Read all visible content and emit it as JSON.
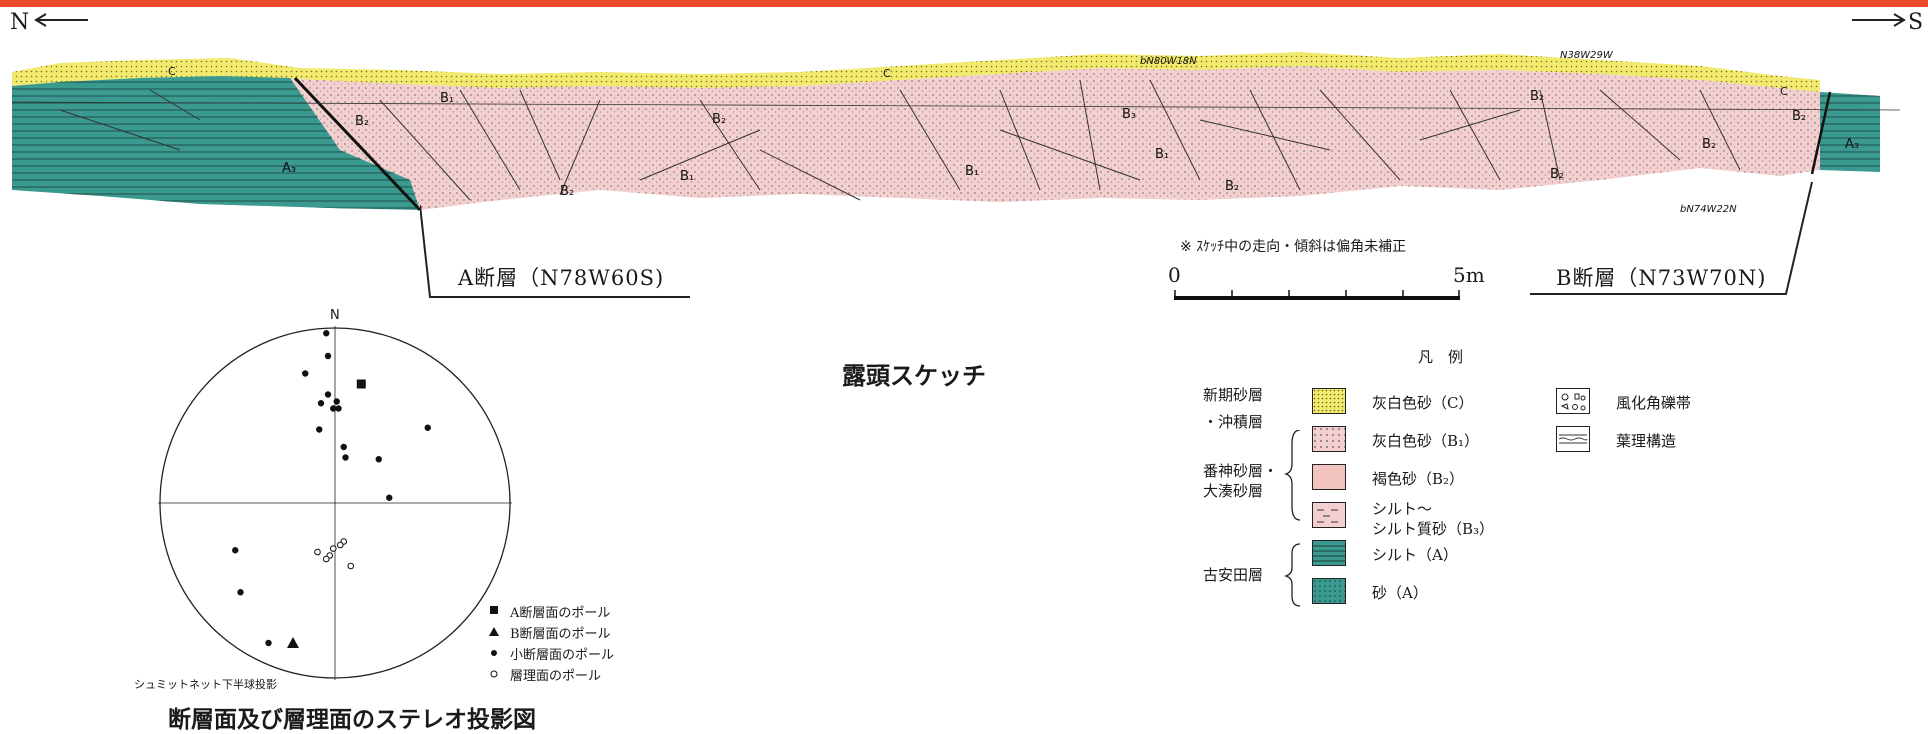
{
  "directions": {
    "north": "N",
    "south": "S"
  },
  "sketch": {
    "title": "露頭スケッチ",
    "note": "※ ｽｹｯﾁ中の走向・傾斜は偏角未補正",
    "fault_a_label": "A断層（N78W60S)",
    "fault_b_label": "B断層（N73W70N)",
    "unit_labels": {
      "c": "C",
      "b1": "B₁",
      "b2": "B₂",
      "b3": "B₃",
      "a3": "A₃"
    },
    "strike_dips": [
      "bN80W18N",
      "N38W29W",
      "bN74W22N"
    ],
    "scale": {
      "zero": "0",
      "end": "5m"
    }
  },
  "legend": {
    "heading": "凡　例",
    "groups": [
      {
        "label_lines": [
          "新期砂層",
          "・沖積層"
        ]
      },
      {
        "label_lines": [
          "番神砂層・",
          "大湊砂層"
        ]
      },
      {
        "label_lines": [
          "古安田層"
        ]
      }
    ],
    "items": [
      {
        "label": "灰白色砂（C）",
        "color": "#f2ea6e"
      },
      {
        "label": "灰白色砂（B₁）",
        "color": "#f4cfcf"
      },
      {
        "label": "褐色砂（B₂）",
        "color": "#f2c4c0"
      },
      {
        "label_lines": [
          "シルト～",
          "シルト質砂（B₃）"
        ],
        "color": "#f4cfcf"
      },
      {
        "label": "シルト（A）",
        "color": "#3b9a8f"
      },
      {
        "label": "砂（A）",
        "color": "#3b9a8f"
      }
    ],
    "extra_items": [
      {
        "label": "風化角礫帯"
      },
      {
        "label": "葉理構造"
      }
    ]
  },
  "stereonet": {
    "title": "断層面及び層理面のステレオ投影図",
    "north_label": "N",
    "projection_note": "シュミットネット下半球投影",
    "legend": [
      {
        "symbol": "square",
        "label": "A断層面のポール"
      },
      {
        "symbol": "triangle",
        "label": "B断層面のポール"
      },
      {
        "symbol": "dot",
        "label": "小断層面のポール"
      },
      {
        "symbol": "circle",
        "label": "層理面のポール"
      }
    ],
    "fault_a_pole": [
      0.15,
      0.68
    ],
    "fault_b_pole": [
      -0.24,
      -0.8
    ],
    "small_fault_poles": [
      [
        -0.05,
        0.97
      ],
      [
        -0.04,
        0.84
      ],
      [
        -0.17,
        0.74
      ],
      [
        -0.04,
        0.62
      ],
      [
        -0.08,
        0.57
      ],
      [
        0.01,
        0.58
      ],
      [
        0.02,
        0.54
      ],
      [
        -0.01,
        0.54
      ],
      [
        -0.09,
        0.42
      ],
      [
        0.53,
        0.43
      ],
      [
        0.05,
        0.32
      ],
      [
        0.06,
        0.26
      ],
      [
        0.25,
        0.25
      ],
      [
        0.31,
        0.03
      ],
      [
        -0.57,
        -0.27
      ],
      [
        -0.54,
        -0.51
      ],
      [
        -0.38,
        -0.8
      ]
    ],
    "bedding_poles": [
      [
        0.05,
        -0.22
      ],
      [
        0.03,
        -0.24
      ],
      [
        -0.1,
        -0.28
      ],
      [
        -0.01,
        -0.26
      ],
      [
        -0.03,
        -0.3
      ],
      [
        -0.05,
        -0.32
      ],
      [
        0.09,
        -0.36
      ]
    ]
  }
}
